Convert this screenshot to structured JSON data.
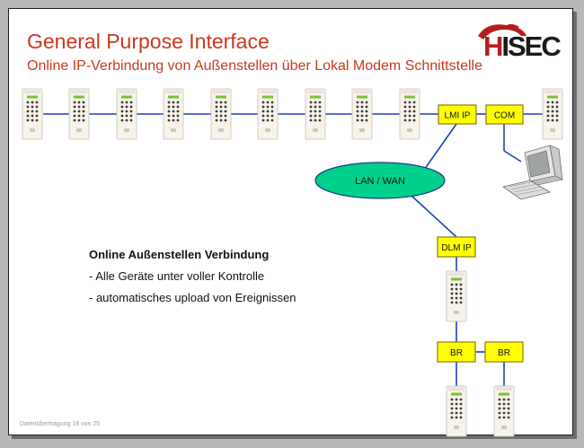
{
  "header": {
    "title": "General Purpose Interface",
    "subtitle": "Online IP-Verbindung von Außenstellen über Lokal Modem Schnittstelle"
  },
  "logo": {
    "text_highlight": "H",
    "text_rest": "ISEC"
  },
  "diagram": {
    "boxes": {
      "lmi": "LMI IP",
      "com": "COM",
      "dlm": "DLM IP",
      "br1": "BR",
      "br2": "BR"
    },
    "network_label": "LAN / WAN",
    "icons": {
      "device": "keypad-terminal-icon",
      "pc": "computer-icon"
    }
  },
  "description": {
    "heading": "Online Außenstellen Verbindung",
    "lines": [
      "- Alle Geräte unter voller Kontrolle",
      "- automatisches upload von Ereignissen"
    ]
  },
  "footer": {
    "text": "Datenübertragung 18 von 25"
  },
  "colors": {
    "title": "#c8391f",
    "box_fill": "#ffff00",
    "box_stroke": "#8a7a10",
    "ellipse_fill": "#00d08c",
    "line": "#1f3fbf"
  }
}
